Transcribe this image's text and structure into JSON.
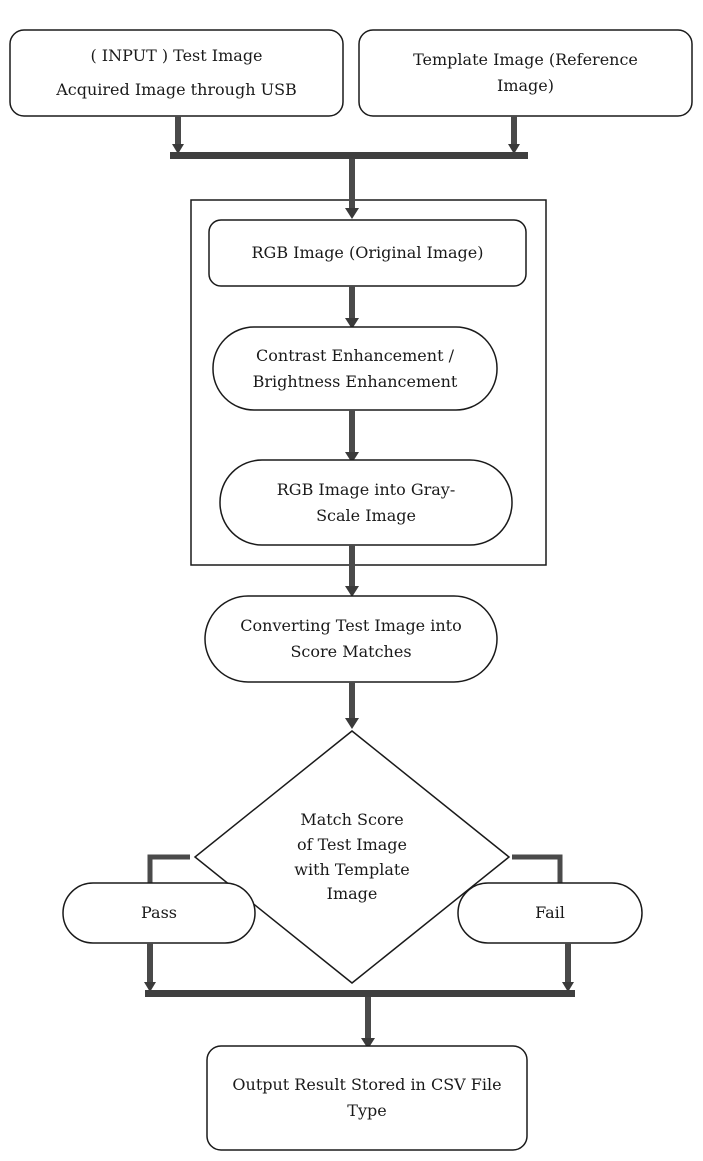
{
  "nodes": {
    "input": {
      "line1": "( INPUT ) Test Image",
      "line2": "Acquired Image through USB"
    },
    "template": {
      "line1": "Template Image (Reference",
      "line2": "Image)"
    },
    "rgb": {
      "text": "RGB Image (Original Image)"
    },
    "contrast": {
      "line1": "Contrast Enhancement /",
      "line2": "Brightness Enhancement"
    },
    "gray": {
      "line1": "RGB Image into Gray-",
      "line2": "Scale Image"
    },
    "score": {
      "line1": "Converting Test Image into",
      "line2": "Score Matches"
    },
    "decision": {
      "line1": "Match Score",
      "line2": "of Test Image",
      "line3": "with Template",
      "line4": "Image"
    },
    "pass": {
      "text": "Pass"
    },
    "fail": {
      "text": "Fail"
    },
    "output": {
      "line1": "Output Result Stored in CSV File",
      "line2": "Type"
    }
  },
  "colors": {
    "stroke": "#1a1a1a",
    "arrow": "#4a4a4a",
    "bar": "#3f3f3f",
    "fill": "#ffffff"
  }
}
